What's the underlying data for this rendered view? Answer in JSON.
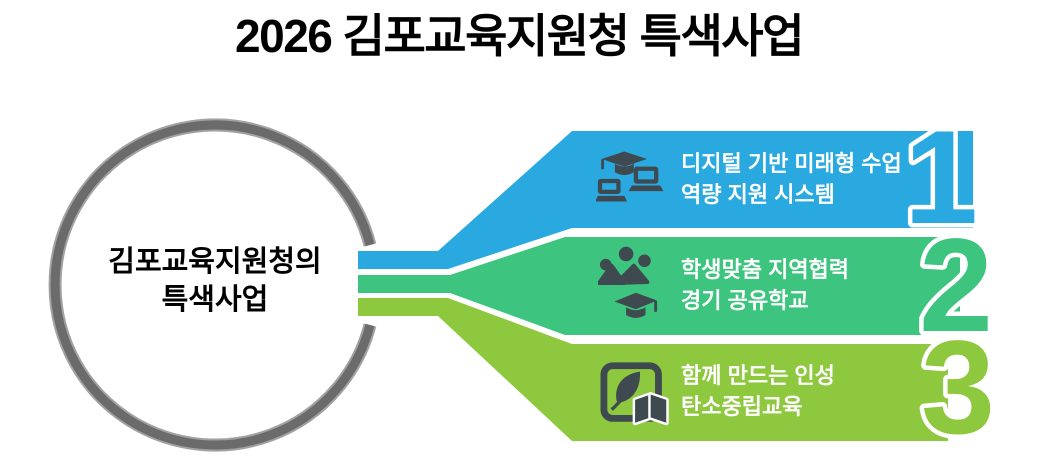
{
  "title": "2026 김포교육지원청 특색사업",
  "circle": {
    "line1": "김포교육지원청의",
    "line2": "특색사업"
  },
  "items": [
    {
      "number": "1",
      "color": "#29A9DF",
      "icon": "digital-learning-icon",
      "line1": "디지털 기반 미래형 수업",
      "line2": "역량 지원 시스템"
    },
    {
      "number": "2",
      "color": "#3DC47E",
      "icon": "community-school-icon",
      "line1": "학생맞춤 지역협력",
      "line2": "경기 공유학교"
    },
    {
      "number": "3",
      "color": "#8EC83F",
      "icon": "eco-education-icon",
      "line1": "함께 만드는 인성",
      "line2": "탄소중립교육"
    }
  ],
  "colors": {
    "ring": "#6b6b6b",
    "ring_edge": "#a2a2a2",
    "icon": "#3E4A50",
    "text_on_banner": "#ffffff",
    "title_text": "#000000"
  }
}
